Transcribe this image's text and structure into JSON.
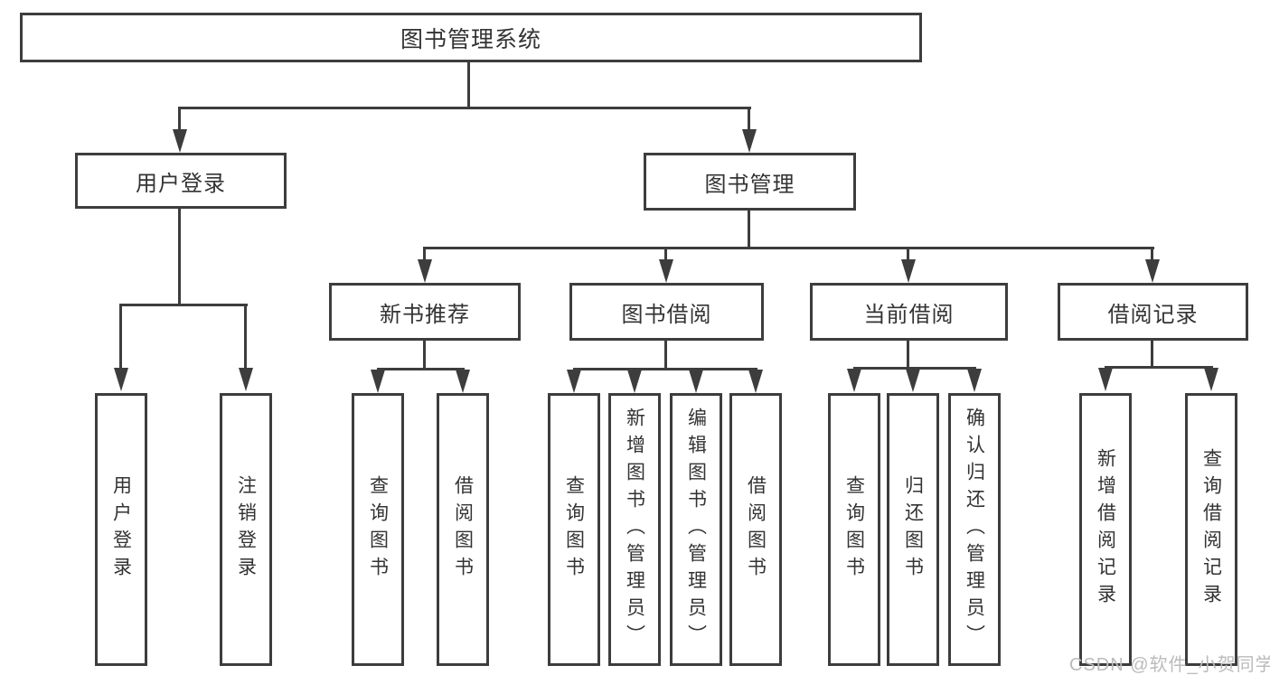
{
  "diagram": {
    "root": {
      "label": "图书管理系统"
    },
    "level2": [
      {
        "label": "用户登录"
      },
      {
        "label": "图书管理"
      }
    ],
    "level3": [
      {
        "label": "新书推荐"
      },
      {
        "label": "图书借阅"
      },
      {
        "label": "当前借阅"
      },
      {
        "label": "借阅记录"
      }
    ],
    "leaves": [
      {
        "label": "用户登录"
      },
      {
        "label": "注销登录"
      },
      {
        "label": "查询图书"
      },
      {
        "label": "借阅图书"
      },
      {
        "label": "查询图书"
      },
      {
        "label": "新增图书（管理员）"
      },
      {
        "label": "编辑图书（管理员）"
      },
      {
        "label": "借阅图书"
      },
      {
        "label": "查询图书"
      },
      {
        "label": "归还图书"
      },
      {
        "label": "确认归还（管理员）"
      },
      {
        "label": "新增借阅记录"
      },
      {
        "label": "查询借阅记录"
      }
    ]
  },
  "watermark": {
    "text": "CSDN @软件_小贺同学"
  },
  "colors": {
    "line": "#3d3d3d",
    "text": "#333333",
    "watermark": "#bbbbbb",
    "background": "#ffffff"
  }
}
